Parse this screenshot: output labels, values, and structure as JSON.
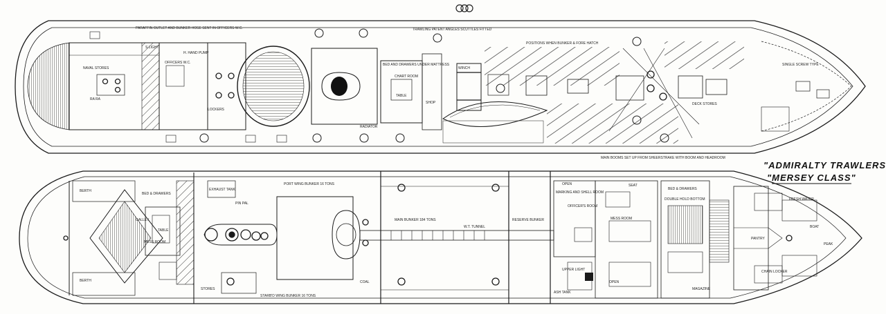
{
  "title": {
    "line1": "\"ADMIRALTY TRAWLERS\"",
    "line2": "\"MERSEY CLASS\""
  },
  "upper_deck_labels": {
    "paraffin": "PARAFFIN OUTLET AND BUNKER HOSE SENT IN OFFICERS W.C.",
    "trawling_patent": "TRAWLING PATENT ANGLES SCUTTLES FITTED",
    "bunker_forward": "POSITIONS WHEN BUNKER & FORE HATCH",
    "bed_drawers": "BED AND DRAWERS UNDER MATTRESS",
    "chart_room": "CHART ROOM",
    "table": "TABLE",
    "officer_wc": "OFFICERS W.C.",
    "naval_stores": "NAVAL STORES",
    "ra_ra": "RA RA",
    "pump": "H. HAND PUMP",
    "light": "S LIGHT",
    "lockers": "LOCKERS",
    "main_deck_note": "MAIN BOOMS SET UP FROM SHEERSTRAKE WITH BOOM AND HEADROOM",
    "single_screw": "SINGLE SCREW TYPE",
    "winch": "WINCH",
    "radiator": "RADIATOR",
    "shop": "SHOP",
    "deck_stores": "DECK STORES"
  },
  "lower_deck_labels": {
    "berth": "BERTH",
    "port_wing_bunker": "PORT WING BUNKER 16 TONS",
    "starbd_wing_bunker": "STARB'D WING BUNKER 16 TONS",
    "main_bunker": "MAIN BUNKER 184 TONS",
    "reserve_bunker": "RESERVE BUNKER",
    "mess_room": "MESS ROOM",
    "officers_mess_room": "MESS ROOM",
    "table": "TABLE",
    "galley": "GALLEY",
    "bed_drawers": "BED & DRAWERS",
    "bed_drawers_2": "BED & DRAWERS",
    "exhaust_tank": "EXHAUST TANK",
    "pantry": "PANTRY",
    "seat": "SEAT",
    "officer_room": "OFFICER'S ROOM",
    "magazine": "MAGAZINE",
    "w_t_tunnel": "W.T. TUNNEL",
    "pin_pal": "PIN PAL",
    "stores": "STORES",
    "fresh_water": "FRESH WATER",
    "coal": "COAL",
    "upper_light": "UPPER LIGHT",
    "boat": "BOAT",
    "peak": "PEAK",
    "chain_locker": "CHAIN LOCKER",
    "open": "OPEN",
    "open_2": "OPEN",
    "marking_room": "MARKING AND SHELL ROOM",
    "ash_tank": "ASH TANK",
    "double_hold": "DOUBLE HOLD BOTTOM"
  },
  "colors": {
    "ink": "#1a1a1a",
    "paper": "#fdfdfb",
    "hatch": "#333333"
  }
}
